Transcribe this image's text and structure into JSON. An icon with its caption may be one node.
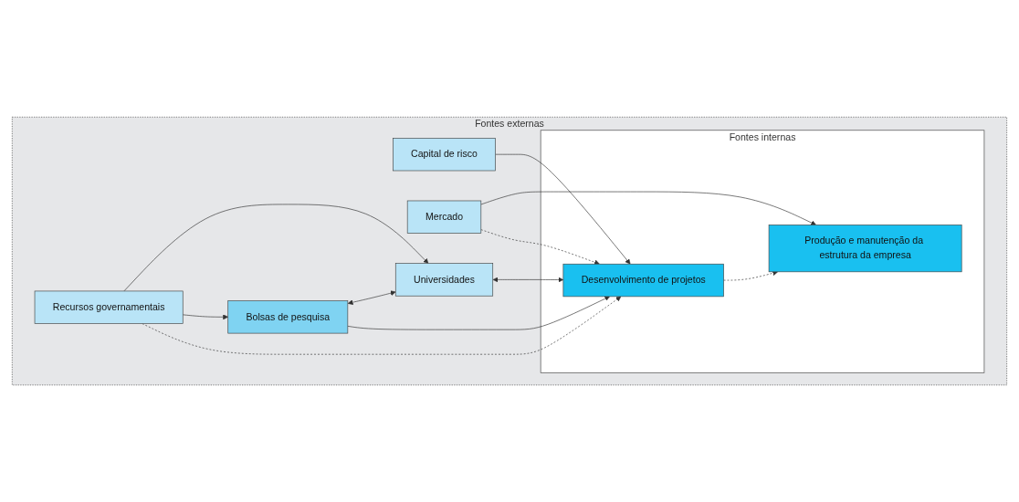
{
  "diagram": {
    "nodes": [
      {
        "text": [
          "Fontes externas"
        ]
      },
      {
        "text": [
          "Capital de risco"
        ],
        "in": 0
      },
      {
        "text": [
          "Mercado"
        ],
        "in": 0
      },
      {
        "text": [
          "Fontes internas"
        ],
        "in": 0
      },
      {
        "text": [
          "Desenvolvimento de projetos"
        ],
        "in": 3
      },
      {
        "text": [
          "Produção e manutenção da estrutura da empresa"
        ],
        "in": 3
      },
      {
        "text": [
          "Bolsas de pesquisa"
        ],
        "in": 0
      },
      {
        "text": [
          "Recursos governamentais"
        ],
        "in": 0
      },
      {
        "text": [
          "Universidades"
        ],
        "in": 0
      }
    ],
    "edges": [
      {
        "from": 1,
        "to": 4,
        "arrow": "to"
      },
      {
        "from": 2,
        "to": 4,
        "arrow": "to",
        "style": "dashed"
      },
      {
        "from": 2,
        "to": 5,
        "arrow": "to"
      },
      {
        "from": 4,
        "to": 5,
        "arrow": "to",
        "style": "dashed"
      },
      {
        "from": 6,
        "to": 4,
        "arrow": "to"
      },
      {
        "from": 7,
        "to": 4,
        "arrow": "to",
        "style": "dashed"
      },
      {
        "from": 7,
        "to": 6,
        "arrow": "to"
      },
      {
        "from": 7,
        "to": 8,
        "arrow": "to"
      },
      {
        "from": 6,
        "to": 8,
        "arrow": "both"
      },
      {
        "from": 8,
        "to": 4,
        "arrow": "both"
      }
    ]
  }
}
